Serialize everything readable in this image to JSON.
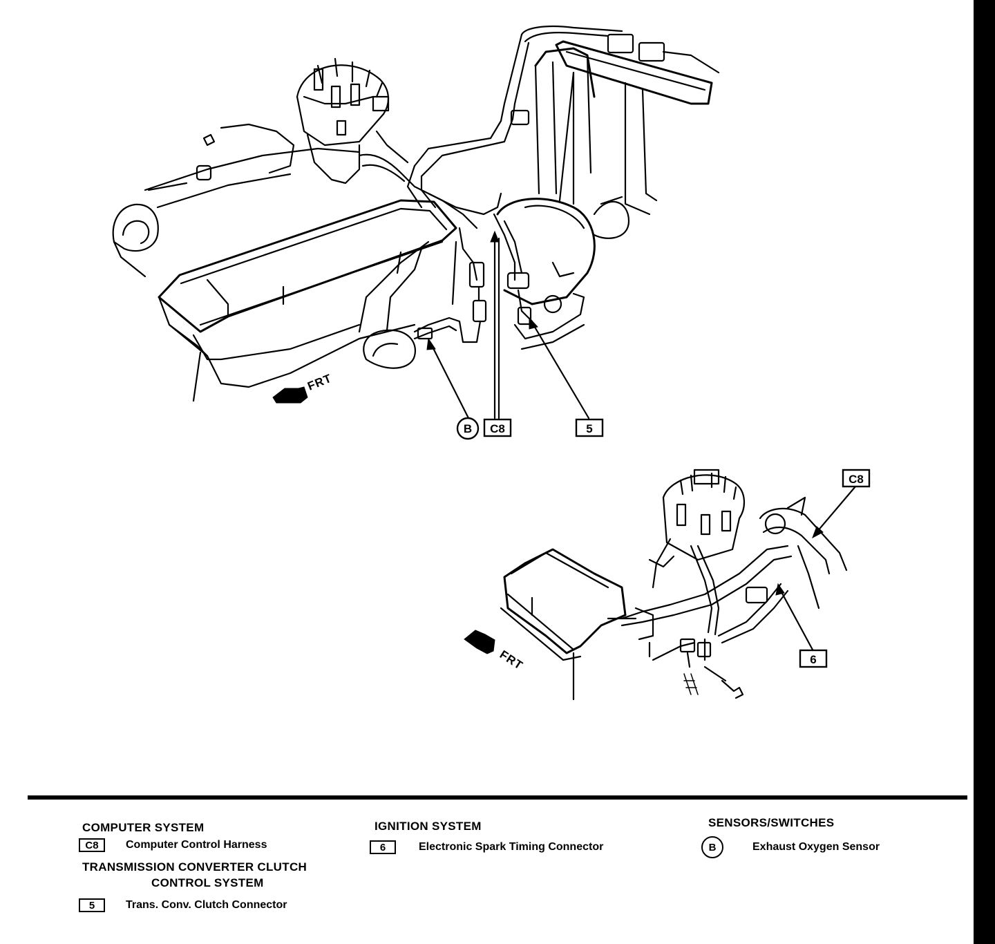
{
  "diagram": {
    "frt_label_top": "FRT",
    "frt_label_bottom": "FRT",
    "callouts": {
      "top_b": "B",
      "top_c8": "C8",
      "top_5": "5",
      "bottom_c8": "C8",
      "bottom_6": "6"
    }
  },
  "legend": {
    "computer_system": {
      "heading": "COMPUTER SYSTEM",
      "items": [
        {
          "code": "C8",
          "description": "Computer Control Harness"
        }
      ]
    },
    "transmission_system": {
      "heading_line1": "TRANSMISSION CONVERTER CLUTCH",
      "heading_line2": "CONTROL SYSTEM",
      "items": [
        {
          "code": "5",
          "description": "Trans. Conv. Clutch Connector"
        }
      ]
    },
    "ignition_system": {
      "heading": "IGNITION SYSTEM",
      "items": [
        {
          "code": "6",
          "description": "Electronic Spark Timing Connector"
        }
      ]
    },
    "sensors_switches": {
      "heading": "SENSORS/SWITCHES",
      "items": [
        {
          "code": "B",
          "description": "Exhaust Oxygen Sensor"
        }
      ]
    }
  }
}
